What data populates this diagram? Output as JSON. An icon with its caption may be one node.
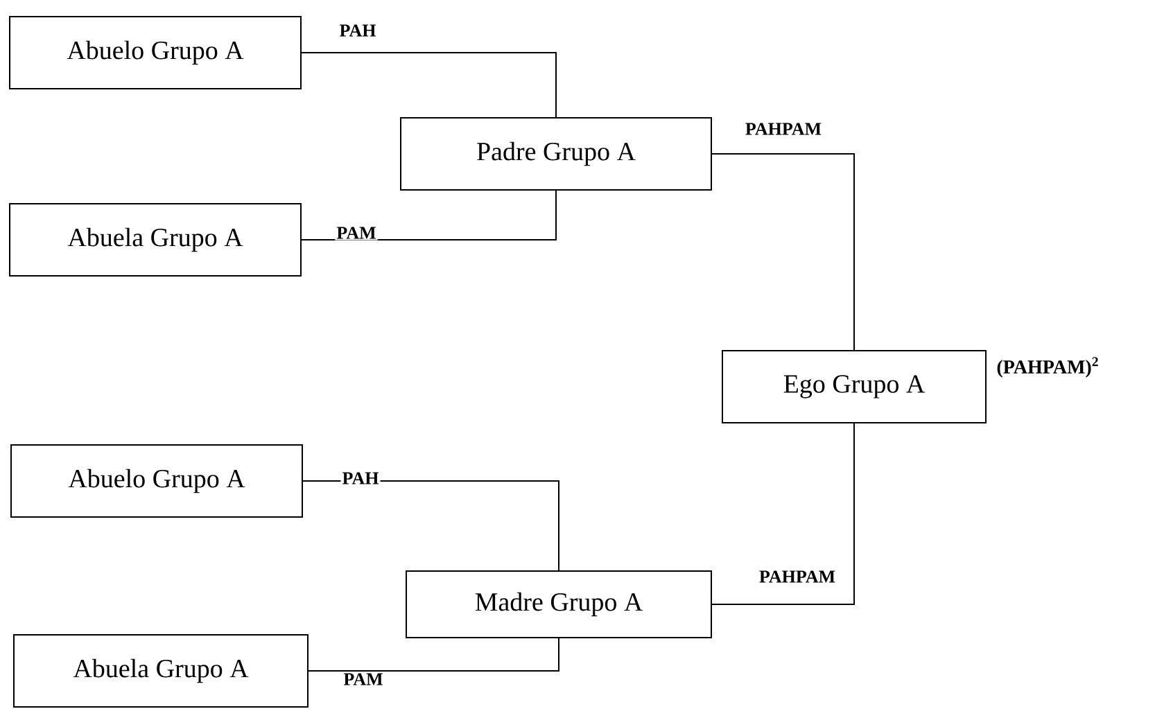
{
  "diagram": {
    "nodes": [
      {
        "text": [
          "Abuelo Grupo A"
        ]
      },
      {
        "text": [
          "Padre Grupo A"
        ]
      },
      {
        "text": [
          "Abuela Grupo A"
        ]
      },
      {
        "text": [
          "Ego Grupo A"
        ],
        "beside": [
          "(PAHPAM)$^{2}$"
        ]
      },
      {
        "text": [
          "Abuelo Grupo A"
        ]
      },
      {
        "text": [
          "Madre Grupo A"
        ]
      },
      {
        "text": [
          "Abuela Grupo A"
        ]
      }
    ],
    "edges": [
      {
        "from": 0,
        "to": 1,
        "arrow": "none",
        "label": "PAH"
      },
      {
        "from": 2,
        "to": 1,
        "arrow": "none",
        "label": "PAM"
      },
      {
        "from": 1,
        "to": 3,
        "arrow": "none",
        "label": "PAHPAM"
      },
      {
        "from": 4,
        "to": 5,
        "arrow": "none",
        "label": "PAH"
      },
      {
        "from": 6,
        "to": 5,
        "arrow": "none",
        "label": "PAM"
      },
      {
        "from": 5,
        "to": 3,
        "arrow": "none",
        "label": "PAHPAM"
      }
    ]
  }
}
